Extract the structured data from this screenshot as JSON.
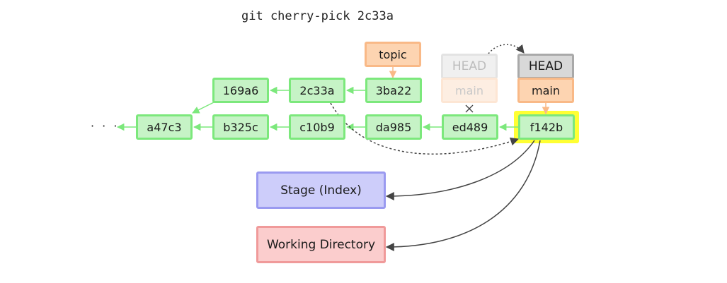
{
  "command": "git cherry-pick 2c33a",
  "ellipsis": "· · ·",
  "commits": {
    "c_169a6": "169a6",
    "c_2c33a": "2c33a",
    "c_3ba22": "3ba22",
    "c_a47c3": "a47c3",
    "c_b325c": "b325c",
    "c_c10b9": "c10b9",
    "c_da985": "da985",
    "c_ed489": "ed489",
    "c_f142b": "f142b"
  },
  "refs": {
    "topic": "topic",
    "head_old": "HEAD",
    "main_old": "main",
    "head_new": "HEAD",
    "main_new": "main"
  },
  "areas": {
    "stage": "Stage (Index)",
    "working_directory": "Working Directory"
  },
  "colors": {
    "commit_border": "#7ce87c",
    "commit_fill": "#c6f3c6",
    "branch_border": "#f9b987",
    "branch_fill": "#fdd4b1",
    "head_border": "#a9a9a9",
    "head_fill": "#d8d8d8",
    "highlight": "#ffff33",
    "stage_fill": "#cdcdfa",
    "working_dir_fill": "#fbcdcd"
  }
}
